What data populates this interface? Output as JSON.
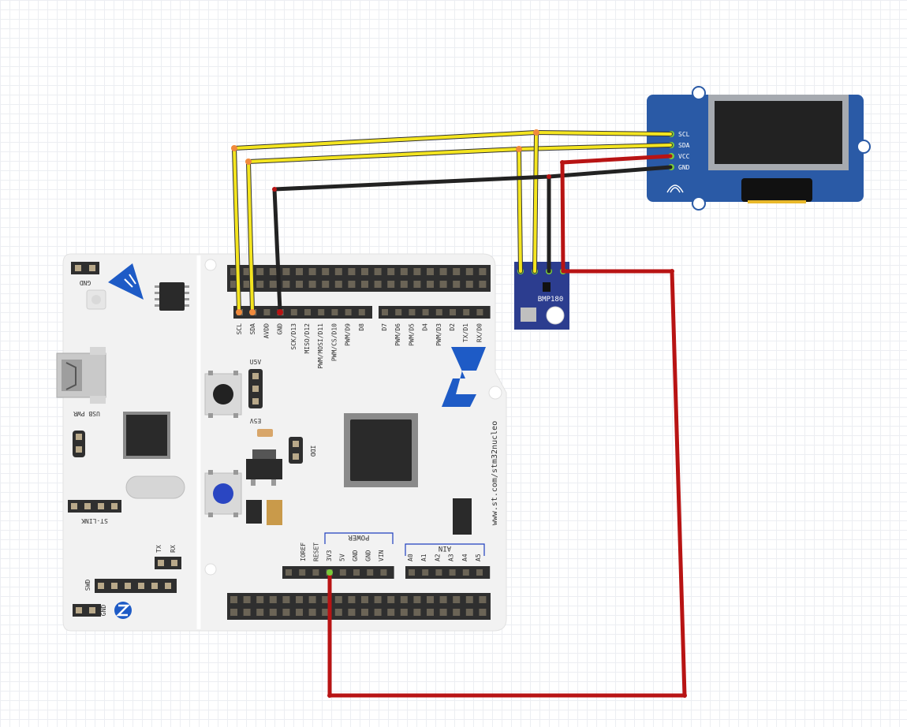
{
  "board": {
    "logo_text": "ST",
    "url_text": "www.st.com/stm32nucleo",
    "top_left_pins": [
      "SCL",
      "SDA",
      "AVDD",
      "GND",
      "SCK/D13",
      "MISO/D12",
      "PWM/MOSI/D11",
      "PWM/CS/D10",
      "PWM/D9",
      "D8"
    ],
    "top_right_pins": [
      "D7",
      "PWM/D6",
      "PWM/D5",
      "D4",
      "PWM/D3",
      "D2",
      "TX/D1",
      "RX/D0"
    ],
    "power_header": "POWER",
    "power_pins": [
      "IOREF",
      "RESET",
      "3V3",
      "5V",
      "GND",
      "GND",
      "VIN"
    ],
    "ain_header": "AIN",
    "ain_pins": [
      "A0",
      "A1",
      "A2",
      "A3",
      "A4",
      "A5"
    ],
    "labels": {
      "gnd_top": "GND",
      "usb_pwr": "USB PWR",
      "st_link": "ST-LINK",
      "u5v": "U5V",
      "e5v": "E5V",
      "idd": "IDD",
      "tx": "TX",
      "rx": "RX",
      "swd": "SWD",
      "gnd_bottom": "GND"
    }
  },
  "oled": {
    "pins": [
      "SCL",
      "SDA",
      "VCC",
      "GND"
    ]
  },
  "bmp180": {
    "label": "BMP180"
  },
  "colors": {
    "board": "#f2f2f2",
    "header": "#2f2f2f",
    "wire_yellow": "#f4e51f",
    "wire_red": "#b81414",
    "wire_black": "#222222",
    "oled_pcb": "#2a5aa6",
    "bmp_pcb": "#2c3d8f",
    "st_logo": "#1e5bc6"
  }
}
